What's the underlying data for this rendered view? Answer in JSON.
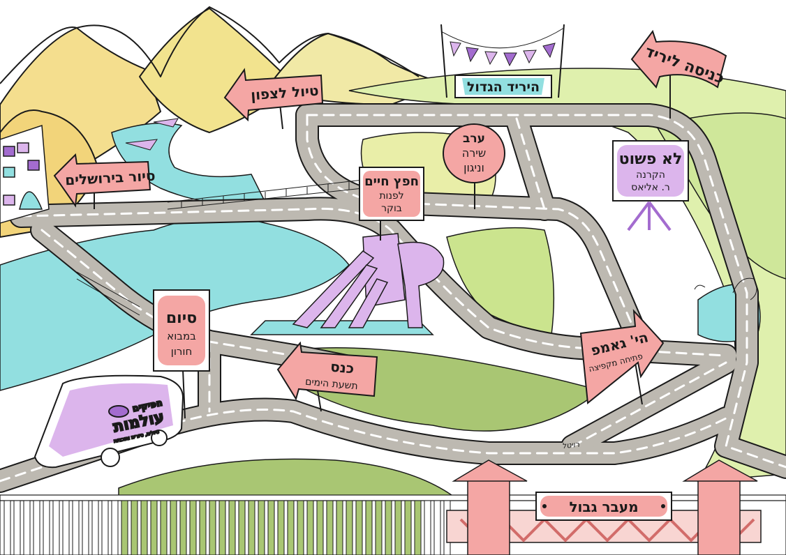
{
  "colors": {
    "yellow": "#f4de8e",
    "mustard": "#f2d47a",
    "lightgreen": "#d6ec9c",
    "grassgreen": "#a9c673",
    "water": "#92dfe0",
    "road": "#bdb9b1",
    "pink": "#f4a6a4",
    "lilac": "#dcb5ec",
    "purple": "#a36ccf",
    "outline": "#1a1a1a"
  },
  "signs": {
    "entrance": "כניסה ליריד",
    "fair": "היריד הגדול",
    "north_trip": "טיול לצפון",
    "jerusalem_tour": "סיור בירושלים",
    "evening": [
      "ערב",
      "שירה",
      "וניגון"
    ],
    "not_simple_title": "לא פשוט",
    "not_simple_sub": [
      "הקרנה",
      "ר. אליאס"
    ],
    "chafetz_title": "חפץ חיים",
    "chafetz_sub": [
      "לפנות",
      "בוקר"
    ],
    "finish_title": "סיום",
    "finish_sub": [
      "במבוא",
      "חורון"
    ],
    "kenes_title": "כנס",
    "kenes_sub": "תשעת הימים",
    "camp_title": "הי' גאמפ",
    "camp_sub": "פתיחה מקפיצה",
    "border": "מעבר גבול"
  },
  "bus": {
    "brand_top": "הפיקים",
    "brand_main": "עולמות",
    "brand_sub": "טיולים, סיורים ותוכניות"
  },
  "signature": "רויטל"
}
